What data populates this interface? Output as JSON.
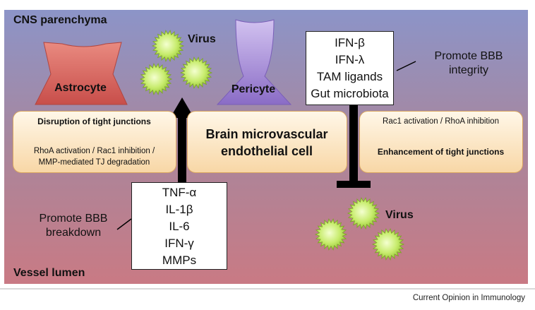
{
  "regions": {
    "top_label": "CNS parenchyma",
    "bottom_label": "Vessel lumen"
  },
  "cells": {
    "astrocyte": "Astrocyte",
    "pericyte": "Pericyte",
    "endothelial_line1": "Brain microvascular",
    "endothelial_line2": "endothelial cell"
  },
  "virus_labels": {
    "top": "Virus",
    "bottom": "Virus"
  },
  "left_panel": {
    "title": "Disruption of tight junctions",
    "mechanism_line1": "RhoA activation / Rac1 inhibition /",
    "mechanism_line2": "MMP-mediated TJ degradation"
  },
  "right_panel": {
    "mechanism": "Rac1 activation / RhoA inhibition",
    "title": "Enhancement of tight junctions"
  },
  "breakdown_factors": [
    "TNF-α",
    "IL-1β",
    "IL-6",
    "IFN-γ",
    "MMPs"
  ],
  "breakdown_label": {
    "line1": "Promote BBB",
    "line2": "breakdown"
  },
  "integrity_factors": [
    "IFN-β",
    "IFN-λ",
    "TAM ligands",
    "Gut microbiota"
  ],
  "integrity_label": {
    "line1": "Promote BBB",
    "line2": "integrity"
  },
  "credit": "Current Opinion in Immunology",
  "colors": {
    "parenchyma": "#8c94c8",
    "lumen": "#c97a84",
    "astrocyte": "#d8665f",
    "pericyte": "#9a82d0",
    "virus": "#b8df55",
    "panel_border": "#d9a660"
  }
}
